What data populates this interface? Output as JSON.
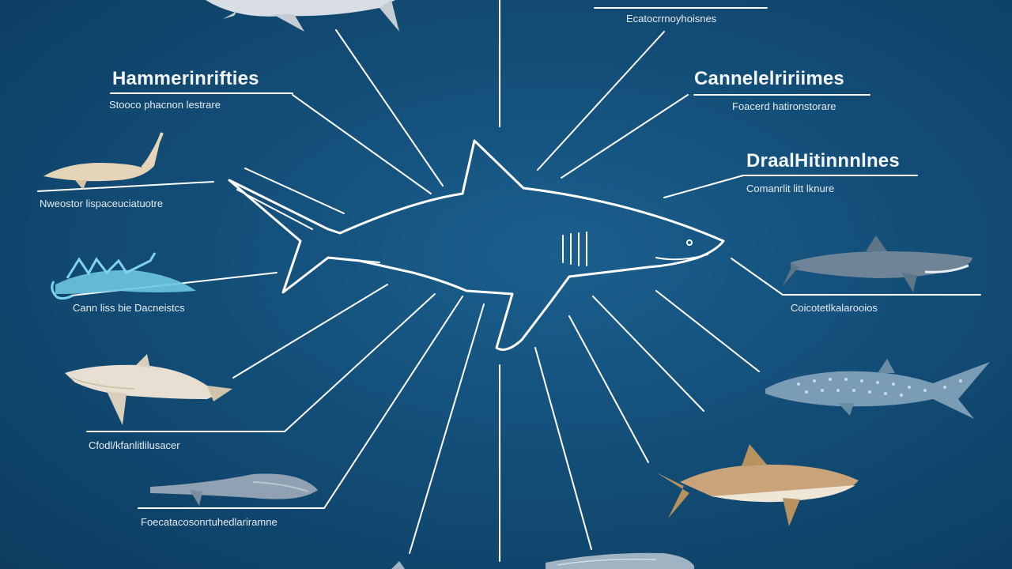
{
  "diagram": {
    "center": {
      "name": "central-shark-outline"
    },
    "groups": [
      {
        "id": "hammerheads",
        "heading": "Hammerinrifties",
        "caption": "Stooco phacnon lestrare"
      },
      {
        "id": "carnelidae",
        "heading": "Cannelelririimes",
        "caption": "Foacerd hatironstorare"
      },
      {
        "id": "dealhiform",
        "heading": "DraalHitinnnlnes",
        "caption": "Comanrlit litt lknure"
      },
      {
        "id": "top-center",
        "heading": "",
        "caption": "Ecatocrrnoyhoisnes"
      }
    ],
    "species": [
      {
        "id": "sawshark",
        "caption": "Nweostor lispaceuciatuotre"
      },
      {
        "id": "frilled-shark",
        "caption": "Cann liss bie Dacneistcs"
      },
      {
        "id": "great-white",
        "caption": "Cfodl/kfanlitlilusacer"
      },
      {
        "id": "eel-shark",
        "caption": "Foecatacosonrtuhedlariramne"
      },
      {
        "id": "hammerhead",
        "caption": "Coicotetlkalarooios"
      },
      {
        "id": "whale-shark",
        "caption": ""
      },
      {
        "id": "sand-shark",
        "caption": ""
      },
      {
        "id": "bottom-shark",
        "caption": ""
      }
    ]
  },
  "colors": {
    "background": "#134e78",
    "line": "#ffffff",
    "text": "#f2f6fa"
  }
}
